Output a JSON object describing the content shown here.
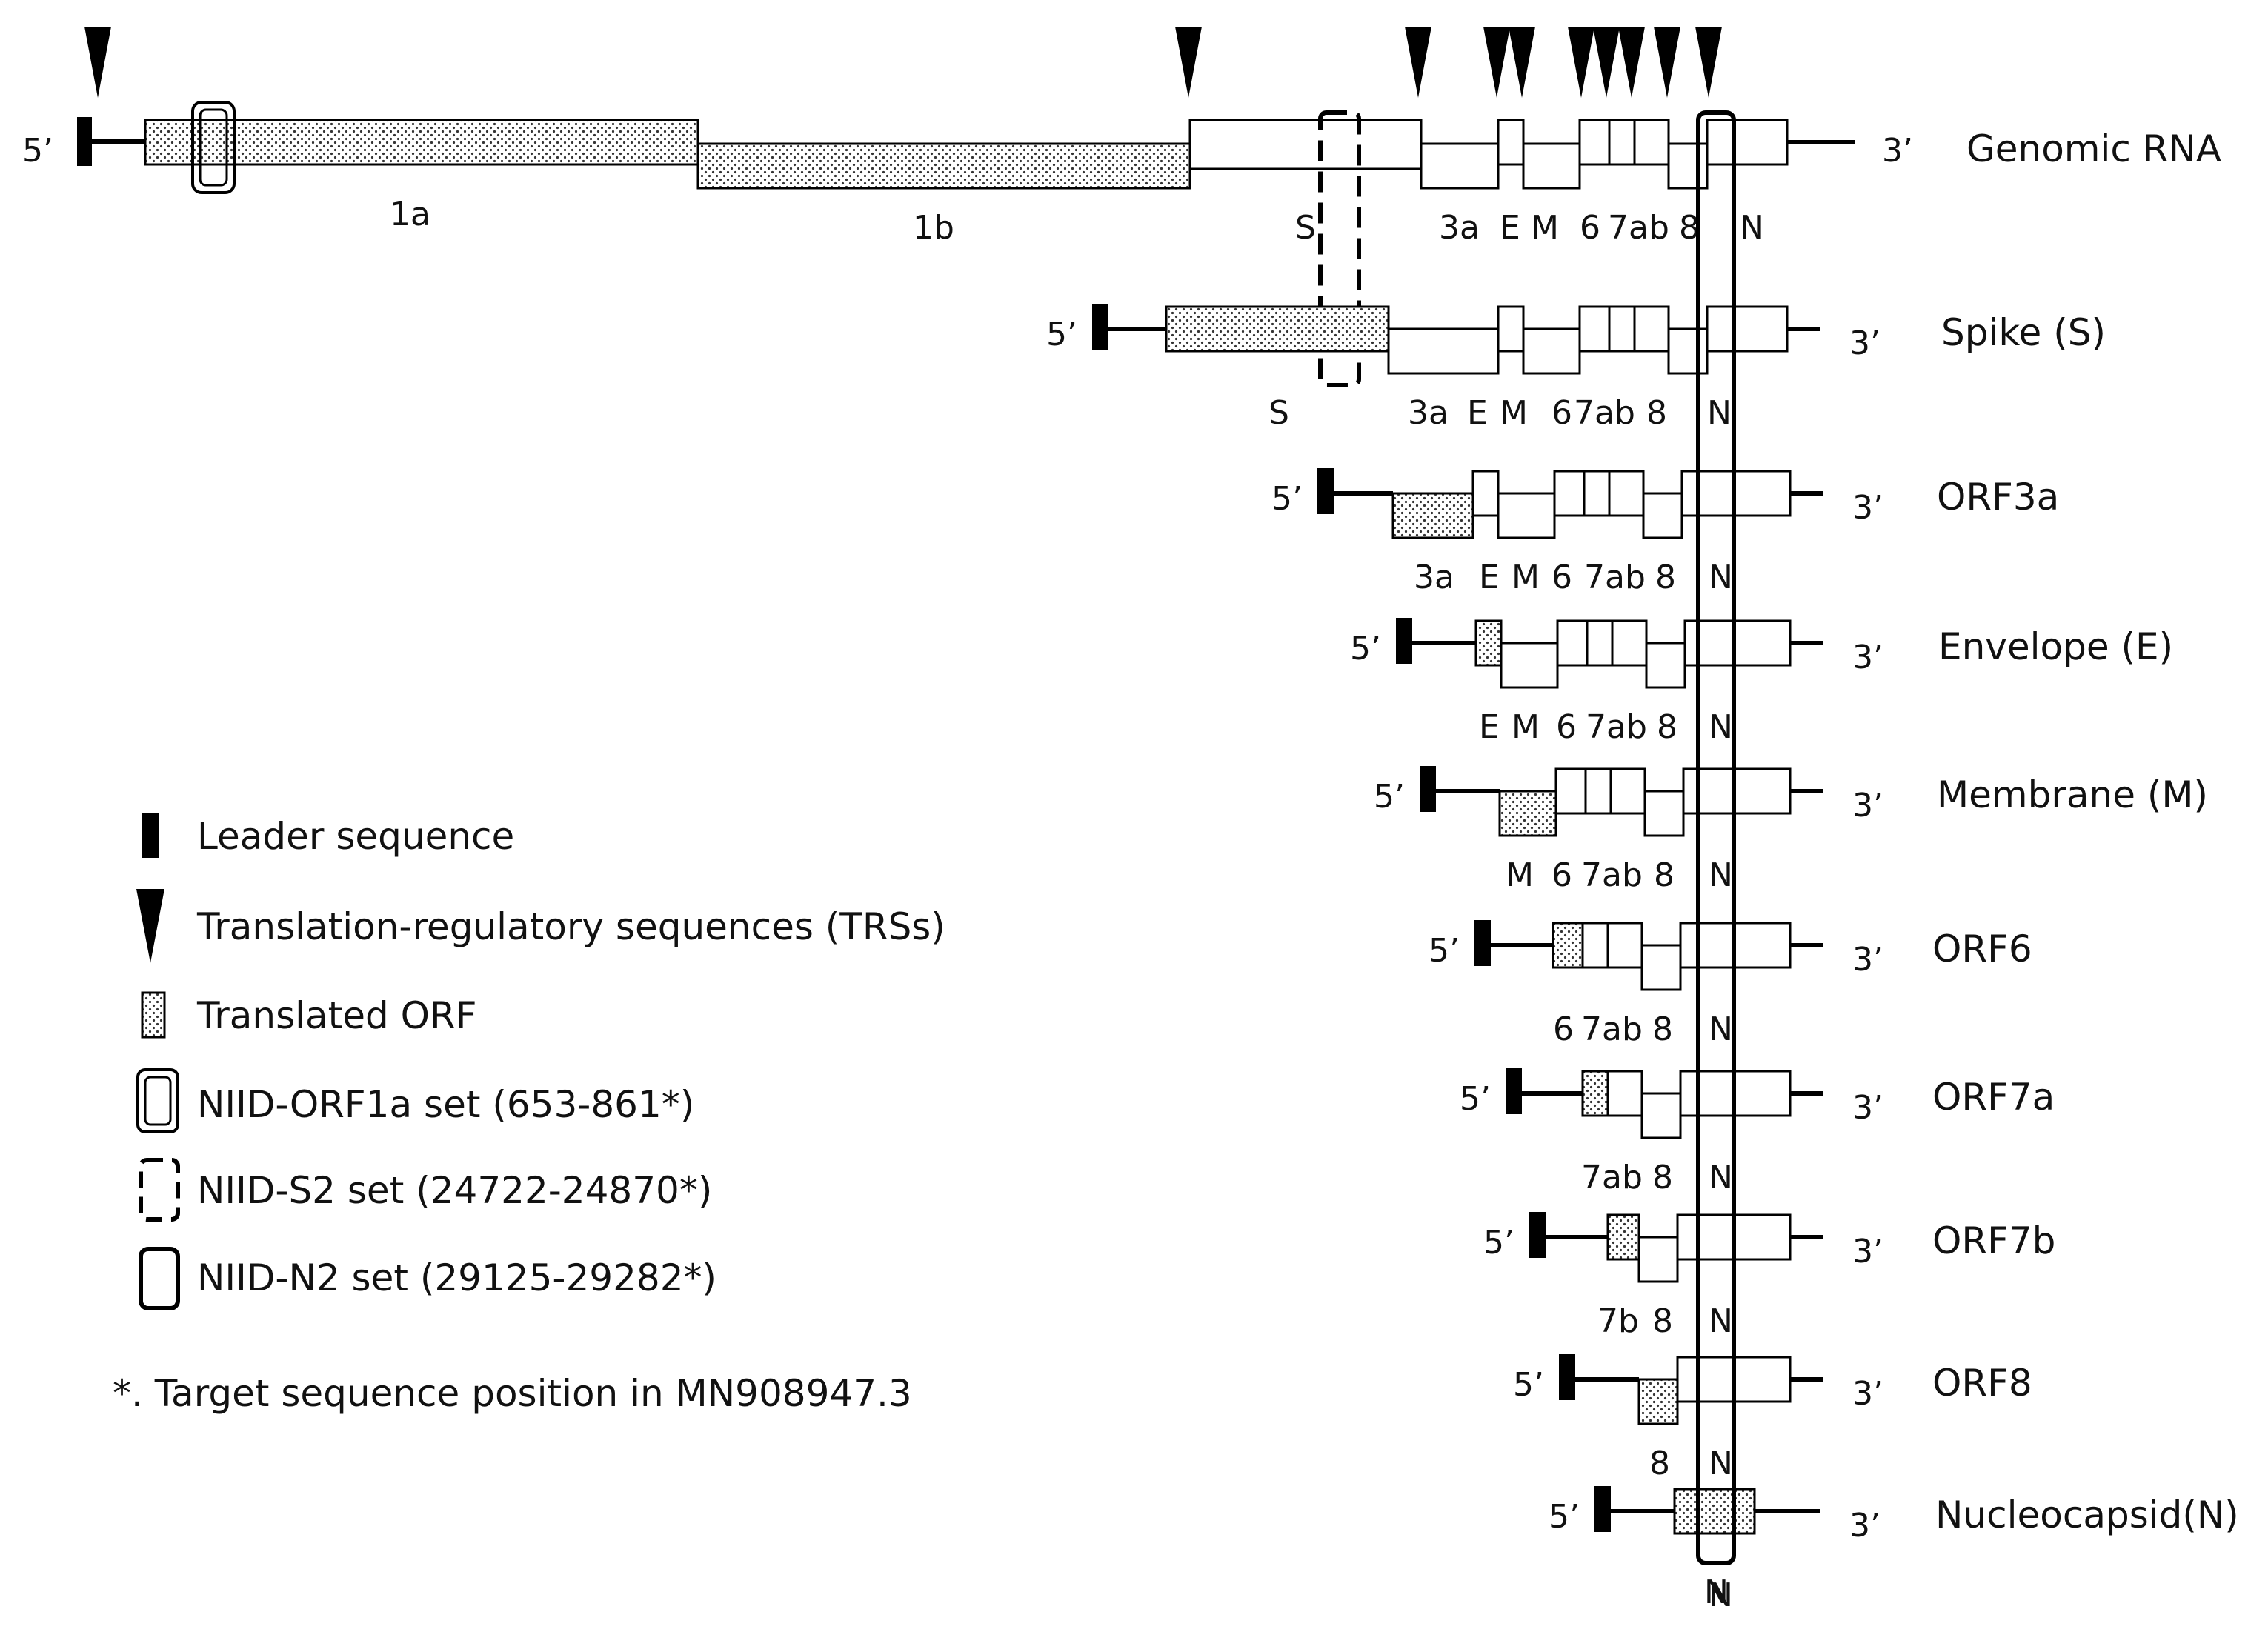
{
  "genomic": {
    "five_prime": "5’",
    "three_prime": "3’",
    "title": "Genomic RNA",
    "labels": {
      "a1": "1a",
      "b1": "1b",
      "S": "S",
      "x3a": "3a",
      "E": "E",
      "M": "M",
      "x6": "6",
      "x7ab": "7ab",
      "x8": "8",
      "N": "N"
    }
  },
  "rows": [
    {
      "title": "Spike (S)",
      "five": "5’",
      "three": "3’",
      "labels": [
        "S",
        "3a",
        "E",
        "M",
        "6",
        "7ab",
        "8",
        "N"
      ]
    },
    {
      "title": "ORF3a",
      "five": "5’",
      "three": "3’",
      "labels": [
        "3a",
        "E",
        "M",
        "6",
        "7ab",
        "8",
        "N"
      ]
    },
    {
      "title": "Envelope (E)",
      "five": "5’",
      "three": "3’",
      "labels": [
        "E",
        "M",
        "6",
        "7ab",
        "8",
        "N"
      ]
    },
    {
      "title": "Membrane (M)",
      "five": "5’",
      "three": "3’",
      "labels": [
        "M",
        "6",
        "7ab",
        "8",
        "N"
      ]
    },
    {
      "title": "ORF6",
      "five": "5’",
      "three": "3’",
      "labels": [
        "6",
        "7ab",
        "8",
        "N"
      ]
    },
    {
      "title": "ORF7a",
      "five": "5’",
      "three": "3’",
      "labels": [
        "7ab",
        "8",
        "N"
      ]
    },
    {
      "title": "ORF7b",
      "five": "5’",
      "three": "3’",
      "labels": [
        "7b",
        "8",
        "N"
      ]
    },
    {
      "title": "ORF8",
      "five": "5’",
      "three": "3’",
      "labels": [
        "8",
        "N"
      ]
    },
    {
      "title": "Nucleocapsid(N)",
      "five": "5’",
      "three": "3’",
      "labels": [
        "N"
      ]
    }
  ],
  "legend": {
    "leader": "Leader sequence",
    "trs": "Translation-regulatory sequences (TRSs)",
    "orf": "Translated ORF",
    "orf1a_set": "NIID-ORF1a set (653-861*)",
    "s2_set": "NIID-S2 set (24722-24870*)",
    "n2_set": "NIID-N2 set (29125-29282*)",
    "footnote": "*. Target sequence position in MN908947.3"
  }
}
